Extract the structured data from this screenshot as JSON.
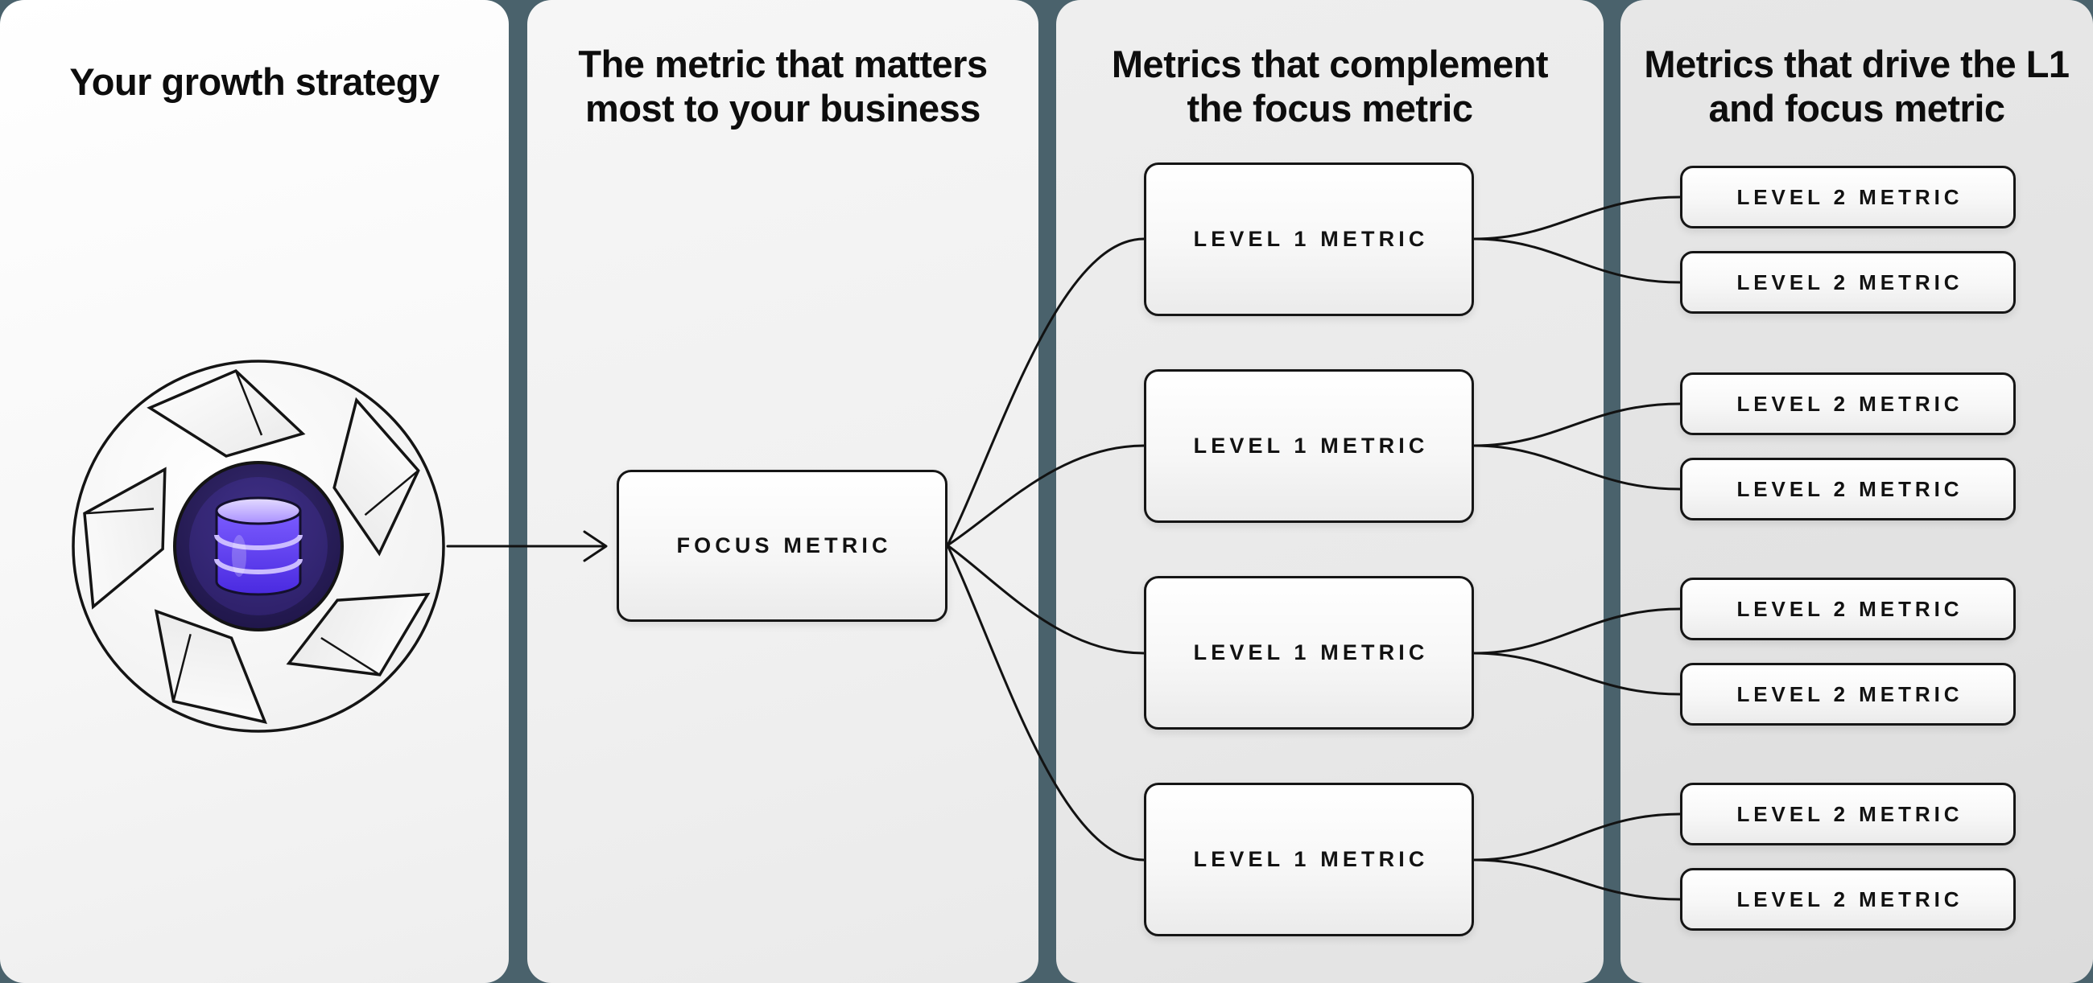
{
  "colors": {
    "background": "#4a626c",
    "panel1_bg": "#fafafa",
    "panel2_bg": "#f2f2f2",
    "panel3_bg": "#e9e9e9",
    "panel4_bg": "#e1e1e1",
    "line": "#121212",
    "box_border": "#151515",
    "box_fill": "#ffffff",
    "title_text": "#0d0d0d",
    "hub_fill": "#221a4e",
    "database_purple": "#6a48f5",
    "database_light": "#cbbcff"
  },
  "panels": [
    {
      "title": "Your growth strategy"
    },
    {
      "title": "The metric that matters\nmost to your business"
    },
    {
      "title": "Metrics that complement\nthe focus metric"
    },
    {
      "title": "Metrics that drive the L1\nand focus metric"
    }
  ],
  "focus_box": {
    "label": "FOCUS METRIC"
  },
  "level1_boxes": [
    {
      "label": "LEVEL 1 METRIC"
    },
    {
      "label": "LEVEL 1 METRIC"
    },
    {
      "label": "LEVEL 1 METRIC"
    },
    {
      "label": "LEVEL 1 METRIC"
    }
  ],
  "level2_boxes": [
    {
      "label": "LEVEL 2 METRIC"
    },
    {
      "label": "LEVEL 2 METRIC"
    },
    {
      "label": "LEVEL 2 METRIC"
    },
    {
      "label": "LEVEL 2 METRIC"
    },
    {
      "label": "LEVEL 2 METRIC"
    },
    {
      "label": "LEVEL 2 METRIC"
    },
    {
      "label": "LEVEL 2 METRIC"
    },
    {
      "label": "LEVEL 2 METRIC"
    }
  ],
  "icons": {
    "flywheel": "flywheel-icon",
    "database": "database-icon"
  }
}
